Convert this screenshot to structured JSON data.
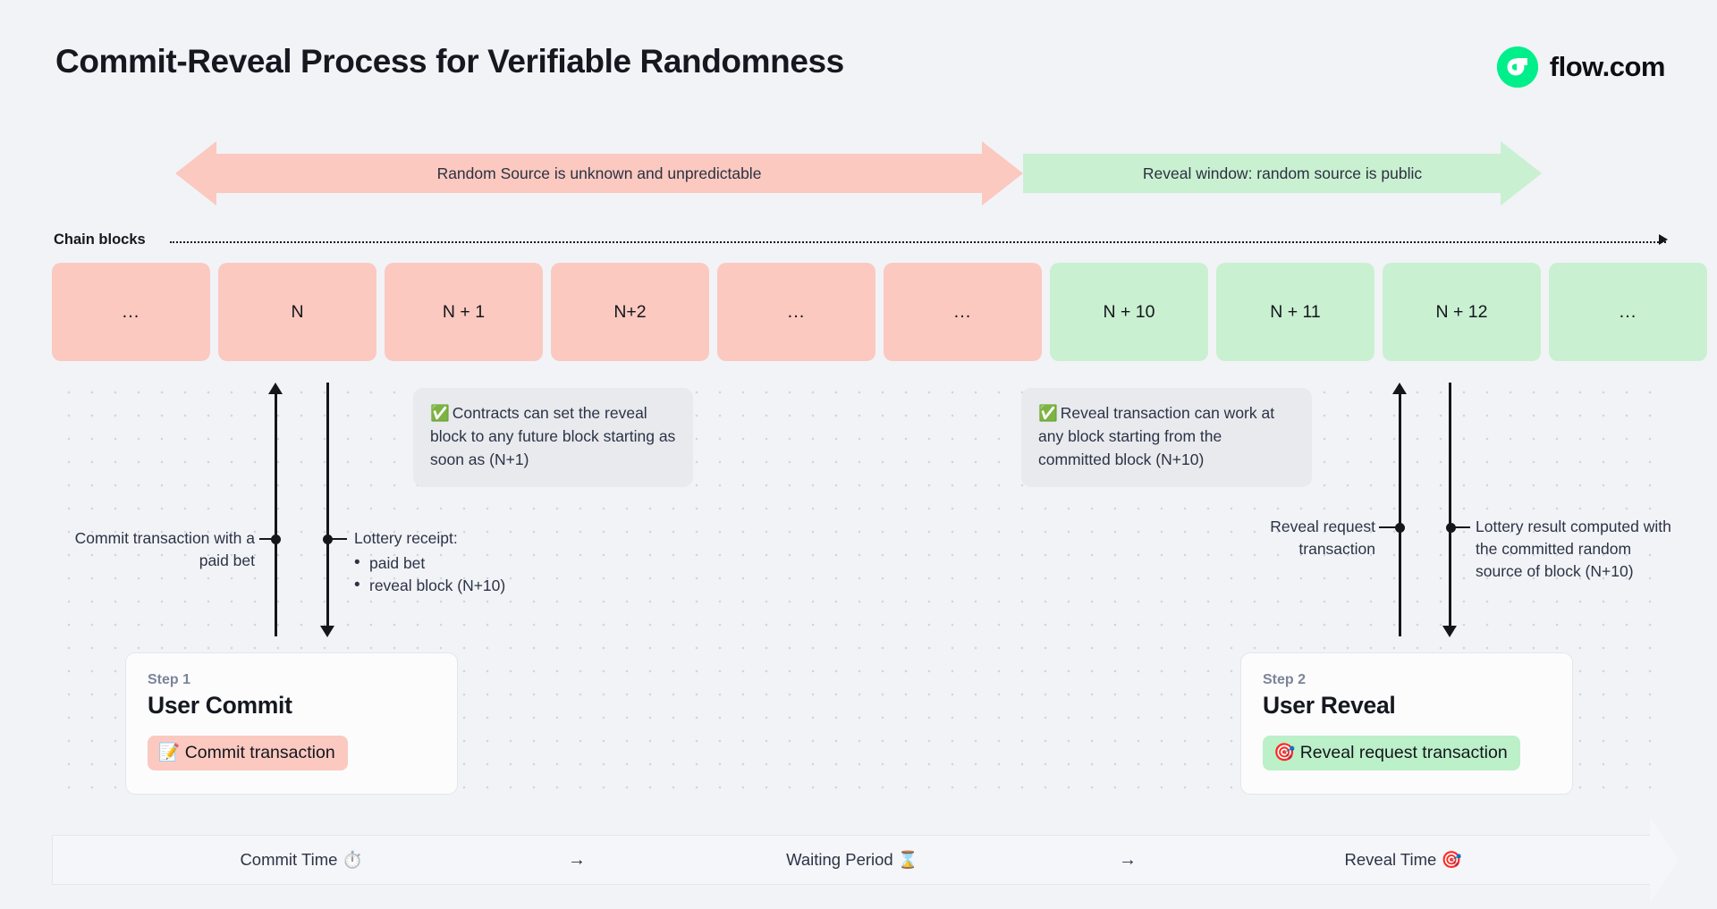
{
  "header": {
    "title": "Commit-Reveal Process for Verifiable Randomness",
    "brand_name": "flow.com",
    "brand_icon": "flow-logo-icon",
    "brand_color": "#00ef8b"
  },
  "phases": [
    {
      "label": "Random Source is unknown and unpredictable",
      "color": "#fbc9c0",
      "arrow": "double"
    },
    {
      "label": "Reveal window: random source is public",
      "color": "#c9f0d1",
      "arrow": "right"
    }
  ],
  "chain": {
    "label": "Chain blocks",
    "blocks": [
      {
        "label": "...",
        "state": "unrevealed"
      },
      {
        "label": "N",
        "state": "unrevealed"
      },
      {
        "label": "N + 1",
        "state": "unrevealed"
      },
      {
        "label": "N+2",
        "state": "unrevealed"
      },
      {
        "label": "...",
        "state": "unrevealed"
      },
      {
        "label": "...",
        "state": "unrevealed"
      },
      {
        "label": "N + 10",
        "state": "revealed"
      },
      {
        "label": "N + 11",
        "state": "revealed"
      },
      {
        "label": "N + 12",
        "state": "revealed"
      },
      {
        "label": "...",
        "state": "revealed"
      }
    ],
    "unrevealed_color": "#fbc9c0",
    "revealed_color": "#c9f0d1"
  },
  "notes": [
    {
      "icon": "check-mark-button-emoji",
      "emoji": "✅",
      "text": "Contracts can set the reveal block to any future block starting as soon as (N+1)"
    },
    {
      "icon": "check-mark-button-emoji",
      "emoji": "✅",
      "text": "Reveal transaction can work at any block starting from the committed block (N+10)"
    }
  ],
  "annotations": {
    "commit_tx": "Commit transaction with a paid bet",
    "lottery_receipt_title": "Lottery receipt:",
    "lottery_receipt_items": [
      "paid bet",
      "reveal block (N+10)"
    ],
    "reveal_request": "Reveal request transaction",
    "lottery_result": "Lottery result computed with the committed random source of block (N+10)"
  },
  "cards": [
    {
      "step": "Step 1",
      "title": "User Commit",
      "pill_emoji": "📝",
      "pill_icon": "memo-emoji",
      "pill_label": "Commit transaction",
      "pill_color": "#fbc9c0"
    },
    {
      "step": "Step 2",
      "title": "User Reveal",
      "pill_emoji": "🎯",
      "pill_icon": "direct-hit-emoji",
      "pill_label": "Reveal request transaction",
      "pill_color": "#bcf0c9"
    }
  ],
  "timeline": {
    "segments": [
      {
        "label": "Commit Time ⏱️",
        "icon": "stopwatch-emoji"
      },
      {
        "label": "Waiting Period ⌛",
        "icon": "hourglass-emoji"
      },
      {
        "label": "Reveal Time 🎯",
        "icon": "direct-hit-emoji"
      }
    ],
    "separator": "→"
  }
}
